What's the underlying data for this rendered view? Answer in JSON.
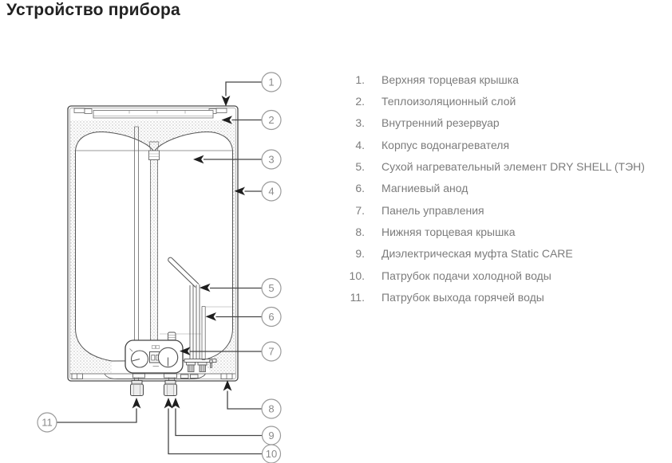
{
  "title": "Устройство прибора",
  "callouts": [
    "1",
    "2",
    "3",
    "4",
    "5",
    "6",
    "7",
    "8",
    "9",
    "10",
    "11"
  ],
  "legend": {
    "items": [
      {
        "num": "1.",
        "label": "Верхняя торцевая крышка"
      },
      {
        "num": "2.",
        "label": "Теплоизоляционный слой"
      },
      {
        "num": "3.",
        "label": "Внутренний резервуар"
      },
      {
        "num": "4.",
        "label": "Корпус водонагревателя"
      },
      {
        "num": "5.",
        "label": "Сухой нагревательный элемент DRY SHELL (ТЭН)"
      },
      {
        "num": "6.",
        "label": "Магниевый анод"
      },
      {
        "num": "7.",
        "label": "Панель управления"
      },
      {
        "num": "8.",
        "label": "Нижняя торцевая крышка"
      },
      {
        "num": "9.",
        "label": "Диэлектрическая муфта Static CARE"
      },
      {
        "num": "10.",
        "label": "Патрубок подачи холодной воды"
      },
      {
        "num": "11.",
        "label": "Патрубок выхода горячей воды"
      }
    ]
  },
  "colors": {
    "title_text": "#222222",
    "legend_text": "#7c7c7c",
    "callout_circle": "#9a9a9a",
    "leader_line": "#454545",
    "drawing_line": "#555555"
  }
}
